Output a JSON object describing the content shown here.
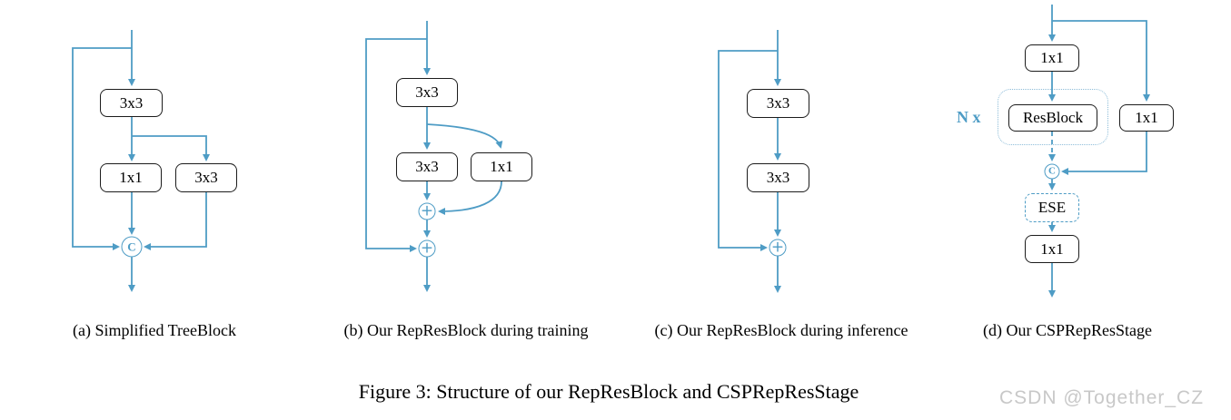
{
  "figure_caption": "Figure 3: Structure of our RepResBlock and CSPRepResStage",
  "watermark": "CSDN @Together_CZ",
  "colors": {
    "line_blue": "#4e9cc5",
    "box_border": "#1c1c1c",
    "watermark_gray": "#c8c8c8",
    "background": "#ffffff"
  },
  "diagrams": {
    "a": {
      "caption": "(a) Simplified TreeBlock",
      "nodes": {
        "conv_top": "3x3",
        "conv_left": "1x1",
        "conv_right": "3x3"
      },
      "concat_symbol": "C"
    },
    "b": {
      "caption": "(b) Our RepResBlock during training",
      "nodes": {
        "conv_top": "3x3",
        "conv_left": "3x3",
        "conv_right": "1x1"
      },
      "add_symbol": "+"
    },
    "c": {
      "caption": "(c) Our RepResBlock during inference",
      "nodes": {
        "conv_top": "3x3",
        "conv_bottom": "3x3"
      },
      "add_symbol": "+"
    },
    "d": {
      "caption": "(d) Our CSPRepResStage",
      "repeat_label": "N x",
      "nodes": {
        "conv_in": "1x1",
        "res_block": "ResBlock",
        "conv_skip": "1x1",
        "ese": "ESE",
        "conv_out": "1x1"
      },
      "concat_symbol": "C"
    }
  }
}
